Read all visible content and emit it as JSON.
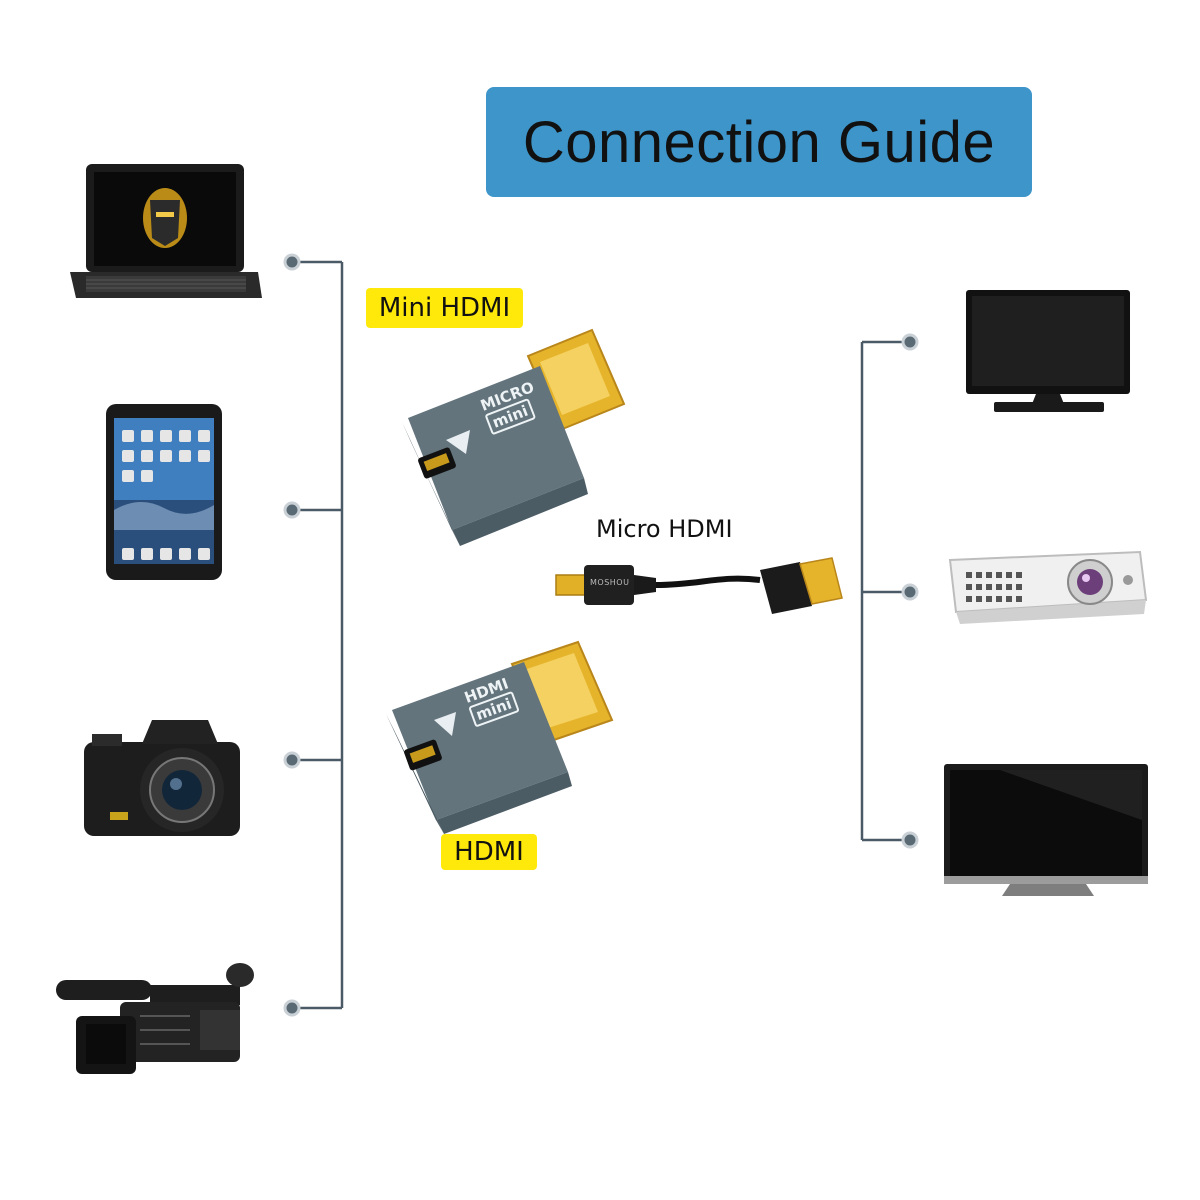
{
  "title": "Connection Guide",
  "labels": {
    "mini_hdmi": "Mini HDMI",
    "hdmi": "HDMI",
    "micro_hdmi": "Micro HDMI"
  },
  "adapters": {
    "top": {
      "body_text_1": "MICRO",
      "body_text_2": "mini"
    },
    "bottom": {
      "body_text_1": "HDMI",
      "body_text_2": "mini"
    }
  },
  "cable_brand": "MOSHOU",
  "sources": [
    "laptop-icon",
    "tablet-icon",
    "camera-icon",
    "camcorder-icon"
  ],
  "displays": [
    "monitor-icon",
    "projector-icon",
    "tv-icon"
  ],
  "colors": {
    "title_bg": "#3d95c9",
    "tag_bg": "#ffe90a",
    "connector_line": "#4a5a66",
    "adapter_body": "#5e6e77",
    "gold": "#e8b828"
  }
}
